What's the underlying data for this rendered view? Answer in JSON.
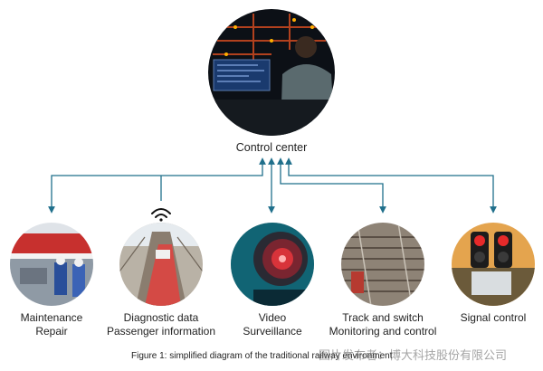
{
  "center": {
    "label": "Control center"
  },
  "nodes": [
    {
      "id": "maintenance",
      "line1": "Maintenance",
      "line2": "Repair"
    },
    {
      "id": "diagnostic",
      "line1": "Diagnostic data",
      "line2": "Passenger information"
    },
    {
      "id": "video",
      "line1": "Video",
      "line2": "Surveillance"
    },
    {
      "id": "track",
      "line1": "Track and switch",
      "line2": "Monitoring and control"
    },
    {
      "id": "signal",
      "line1": "Signal control",
      "line2": ""
    }
  ],
  "caption": "Figure 1: simplified diagram of the traditional railway environment",
  "watermark": "图片发布者：博大科技股份有限公司",
  "colors": {
    "connector": "#1f6f8b",
    "text": "#222222"
  },
  "icons": {
    "wireless": "wifi-icon"
  }
}
